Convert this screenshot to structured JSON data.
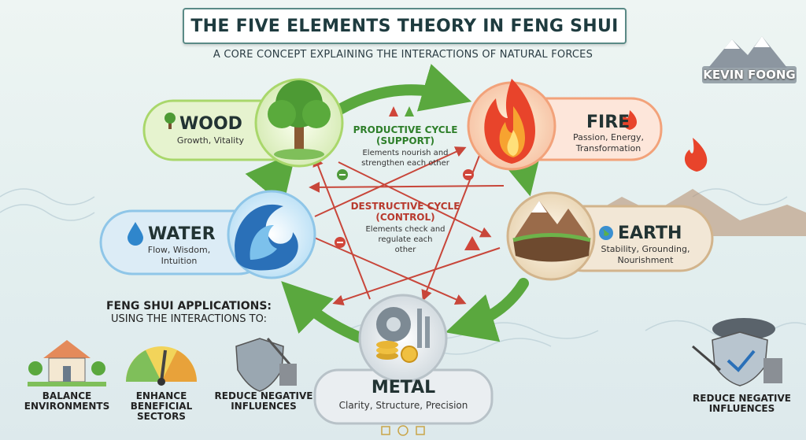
{
  "title": "THE FIVE ELEMENTS THEORY IN FENG SHUI",
  "subtitle": "A CORE CONCEPT EXPLAINING THE INTERACTIONS OF NATURAL FORCES",
  "brand": "KEVIN FOONG",
  "elements": {
    "wood": {
      "name": "WOOD",
      "desc": "Growth, Vitality",
      "color": "#a9d76b"
    },
    "fire": {
      "name": "FIRE",
      "desc": "Passion, Energy, Transformation",
      "color": "#f2a27a"
    },
    "earth": {
      "name": "EARTH",
      "desc": "Stability, Grounding, Nourishment",
      "color": "#d2b48c"
    },
    "metal": {
      "name": "METAL",
      "desc": "Clarity, Structure, Precision",
      "color": "#b8c2c8"
    },
    "water": {
      "name": "WATER",
      "desc": "Flow, Wisdom, Intuition",
      "color": "#8fc6e8"
    }
  },
  "productive": {
    "title_line1": "PRODUCTIVE CYCLE",
    "title_line2": "(SUPPORT)",
    "desc_line1": "Elements nourish and",
    "desc_line2": "strengthen each other",
    "color": "#5aa83e"
  },
  "destructive": {
    "title_line1": "DESTRUCTIVE CYCLE",
    "title_line2": "(CONTROL)",
    "desc_line1": "Elements check and",
    "desc_line2": "regulate each",
    "desc_line3": "other",
    "color": "#c8463a"
  },
  "applications": {
    "heading": "FENG SHUI APPLICATIONS:",
    "subheading": "USING THE INTERACTIONS TO:",
    "items": [
      {
        "line1": "BALANCE",
        "line2": "ENVIRONMENTS",
        "icon": "house-icon"
      },
      {
        "line1": "ENHANCE",
        "line2": "BENEFICIAL",
        "line3": "SECTORS",
        "icon": "gauge-icon"
      },
      {
        "line1": "REDUCE NEGATIVE",
        "line2": "INFLUENCES",
        "icon": "shield-icon"
      }
    ],
    "corner_item": {
      "line1": "REDUCE NEGATIVE",
      "line2": "INFLUENCES",
      "icon": "shield-storm-icon"
    }
  }
}
